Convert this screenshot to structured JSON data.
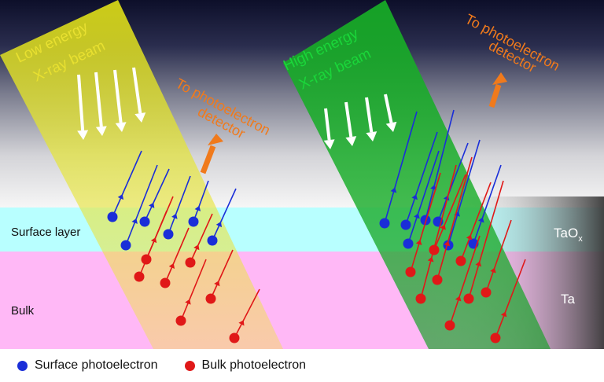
{
  "colors": {
    "surface": "#1a2ed8",
    "bulk": "#e01818",
    "low_beam": "#e0e020",
    "high_beam": "#1aa62a",
    "surface_layer": "#b8ffff",
    "bulk_layer": "#ffb8f6",
    "orange": "#f07a1c"
  },
  "left_panel": {
    "beam_label_line1": "Low energy",
    "beam_label_line2": "X-ray beam",
    "detector_label_line1": "To photoelectron",
    "detector_label_line2": "detector"
  },
  "right_panel": {
    "beam_label_line1": "High energy",
    "beam_label_line2": "X-ray beam",
    "detector_label_line1": "To photoelectron",
    "detector_label_line2": "detector"
  },
  "layers": {
    "surface_label": "Surface layer",
    "bulk_label": "Bulk",
    "oxide_label": "TaO",
    "oxide_subscript": "x",
    "metal_label": "Ta"
  },
  "legend": {
    "surface_label": "Surface photoelectron",
    "bulk_label": "Bulk photoelectron"
  }
}
